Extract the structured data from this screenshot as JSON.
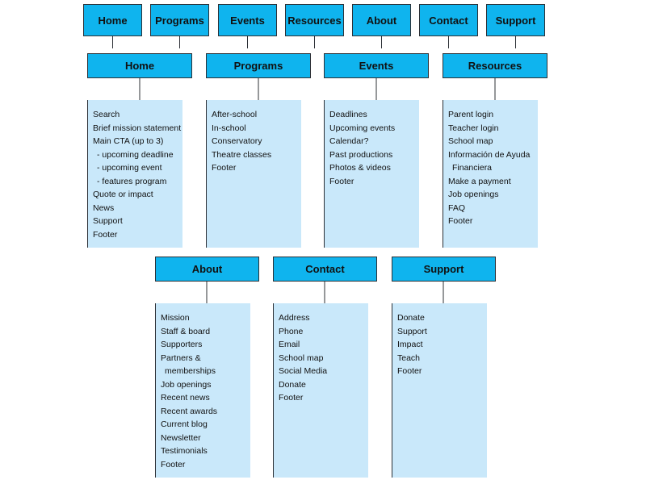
{
  "nav": [
    "Home",
    "Programs",
    "Events",
    "Resources",
    "About",
    "Contact",
    "Support"
  ],
  "sections": [
    {
      "title": "Home",
      "items": [
        {
          "text": "Search"
        },
        {
          "text": "Brief mission statement"
        },
        {
          "text": "Main CTA (up to 3)"
        },
        {
          "text": "- upcoming deadline",
          "sub": true
        },
        {
          "text": "- upcoming event",
          "sub": true
        },
        {
          "text": "- features program",
          "sub": true
        },
        {
          "text": "Quote or impact"
        },
        {
          "text": "News"
        },
        {
          "text": "Support"
        },
        {
          "text": "Footer"
        }
      ]
    },
    {
      "title": "Programs",
      "items": [
        {
          "text": "After-school"
        },
        {
          "text": "In-school"
        },
        {
          "text": "Conservatory"
        },
        {
          "text": "Theatre classes"
        },
        {
          "text": "Footer"
        }
      ]
    },
    {
      "title": "Events",
      "items": [
        {
          "text": "Deadlines"
        },
        {
          "text": "Upcoming events"
        },
        {
          "text": "Calendar?"
        },
        {
          "text": "Past productions"
        },
        {
          "text": "Photos & videos"
        },
        {
          "text": "Footer"
        }
      ]
    },
    {
      "title": "Resources",
      "items": [
        {
          "text": "Parent login"
        },
        {
          "text": "Teacher login"
        },
        {
          "text": "School map"
        },
        {
          "text": "Información de Ayuda"
        },
        {
          "text": "Financiera",
          "sub": true
        },
        {
          "text": "Make a payment"
        },
        {
          "text": "Job openings"
        },
        {
          "text": "FAQ"
        },
        {
          "text": "Footer"
        }
      ]
    },
    {
      "title": "About",
      "items": [
        {
          "text": "Mission"
        },
        {
          "text": "Staff & board"
        },
        {
          "text": "Supporters"
        },
        {
          "text": "Partners &"
        },
        {
          "text": "memberships",
          "sub": true
        },
        {
          "text": "Job openings"
        },
        {
          "text": "Recent news"
        },
        {
          "text": "Recent awards"
        },
        {
          "text": "Current blog"
        },
        {
          "text": "Newsletter"
        },
        {
          "text": "Testimonials"
        },
        {
          "text": "Footer"
        }
      ]
    },
    {
      "title": "Contact",
      "items": [
        {
          "text": "Address"
        },
        {
          "text": "Phone"
        },
        {
          "text": "Email"
        },
        {
          "text": "School map"
        },
        {
          "text": "Social Media"
        },
        {
          "text": "Donate"
        },
        {
          "text": "Footer"
        }
      ]
    },
    {
      "title": "Support",
      "items": [
        {
          "text": "Donate"
        },
        {
          "text": "Support"
        },
        {
          "text": "Impact"
        },
        {
          "text": "Teach"
        },
        {
          "text": "Footer"
        }
      ]
    }
  ],
  "colors": {
    "box": "#0fb4ee",
    "panel": "#c9e8fa",
    "line": "#2c3036"
  }
}
